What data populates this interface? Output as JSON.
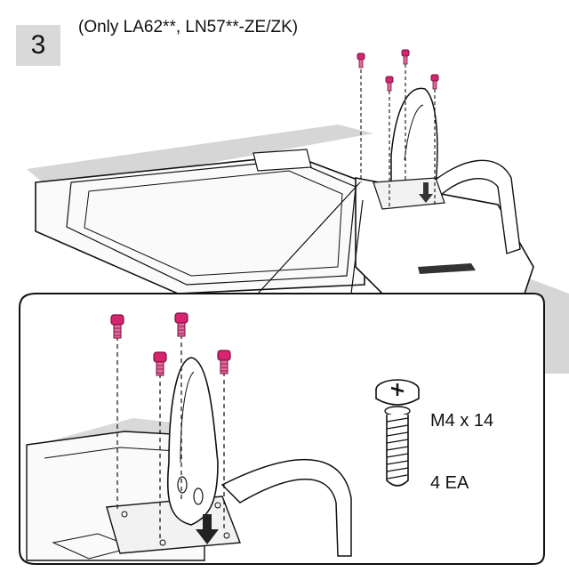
{
  "step": {
    "number": "3",
    "note": "(Only LA62**, LN57**-ZE/ZK)"
  },
  "screw_spec": {
    "size": "M4 x 14",
    "quantity": "4 EA"
  },
  "colors": {
    "screw": "#d6246e",
    "step_box": "#d9d9d9",
    "line": "#111111",
    "shadow": "#cfcfcf"
  },
  "icons": {
    "screw": "screw-icon",
    "down_arrow": "down-arrow-icon"
  }
}
